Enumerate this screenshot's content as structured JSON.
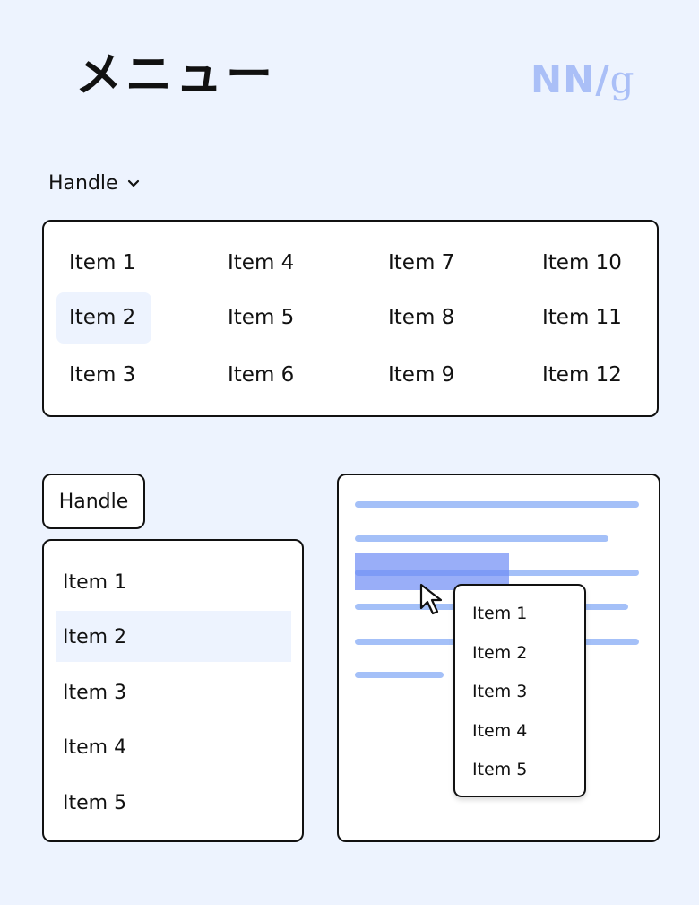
{
  "title": "メニュー",
  "logo": {
    "nn": "NN",
    "slash": "/",
    "g": "g"
  },
  "mega_menu": {
    "handle_label": "Handle",
    "columns": [
      [
        "Item 1",
        "Item 2",
        "Item 3"
      ],
      [
        "Item 4",
        "Item 5",
        "Item 6"
      ],
      [
        "Item 7",
        "Item 8",
        "Item 9"
      ],
      [
        "Item 10",
        "Item 11",
        "Item 12"
      ]
    ],
    "highlighted": "Item 2"
  },
  "dropdown_menu": {
    "handle_label": "Handle",
    "items": [
      "Item 1",
      "Item 2",
      "Item 3",
      "Item 4",
      "Item 5"
    ],
    "highlighted": "Item 2"
  },
  "context_menu": {
    "items": [
      "Item 1",
      "Item 2",
      "Item 3",
      "Item 4",
      "Item 5"
    ]
  },
  "colors": {
    "background": "#edf3fe",
    "text_line": "#a4c0f8",
    "selection": "#6e8cf5",
    "logo": "#aabff7",
    "highlight": "#edf3fe"
  }
}
